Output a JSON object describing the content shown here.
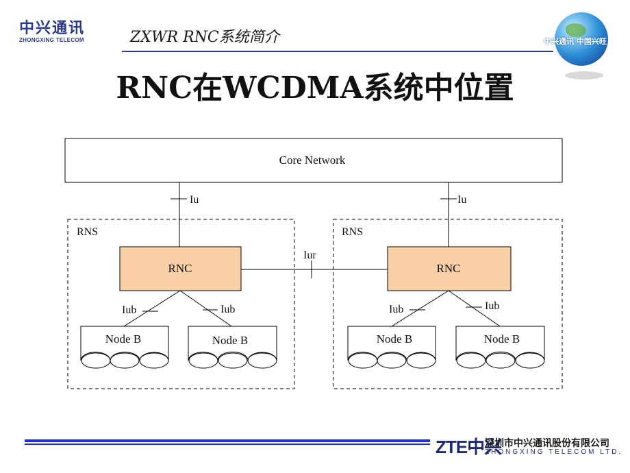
{
  "header": {
    "logo_cn": "中兴通讯",
    "logo_en": "ZHONGXING TELECOM",
    "title": "ZXWR RNC系统简介",
    "globe_text": "中兴通讯 中国兴旺"
  },
  "slide": {
    "title": "RNC在WCDMA系统中位置"
  },
  "diagram": {
    "core_network": "Core Network",
    "iu_left": "Iu",
    "iu_right": "Iu",
    "iur": "Iur",
    "rns_left": {
      "label": "RNS",
      "rnc": "RNC",
      "iub_1": "Iub",
      "iub_2": "Iub",
      "node_b_1": "Node B",
      "node_b_2": "Node B"
    },
    "rns_right": {
      "label": "RNS",
      "rnc": "RNC",
      "iub_1": "Iub",
      "iub_2": "Iub",
      "node_b_1": "Node B",
      "node_b_2": "Node B"
    },
    "colors": {
      "rnc_fill": "#F9CFA6",
      "line": "#000000"
    }
  },
  "footer": {
    "zte": "ZTE中兴",
    "company_cn": "深圳市中兴通讯股份有限公司",
    "company_en": "ZHONGXING TELECOM LTD."
  }
}
